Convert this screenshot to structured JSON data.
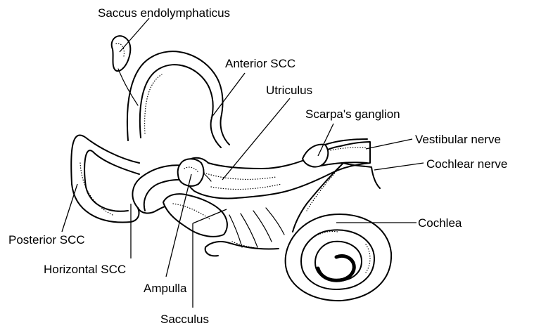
{
  "labels": {
    "saccus_endolymphaticus": "Saccus endolymphaticus",
    "anterior_scc": "Anterior SCC",
    "utriculus": "Utriculus",
    "scarpas_ganglion": "Scarpa's ganglion",
    "vestibular_nerve": "Vestibular nerve",
    "cochlear_nerve": "Cochlear nerve",
    "cochlea": "Cochlea",
    "posterior_scc": "Posterior SCC",
    "horizontal_scc": "Horizontal SCC",
    "ampulla": "Ampulla",
    "sacculus": "Sacculus"
  }
}
